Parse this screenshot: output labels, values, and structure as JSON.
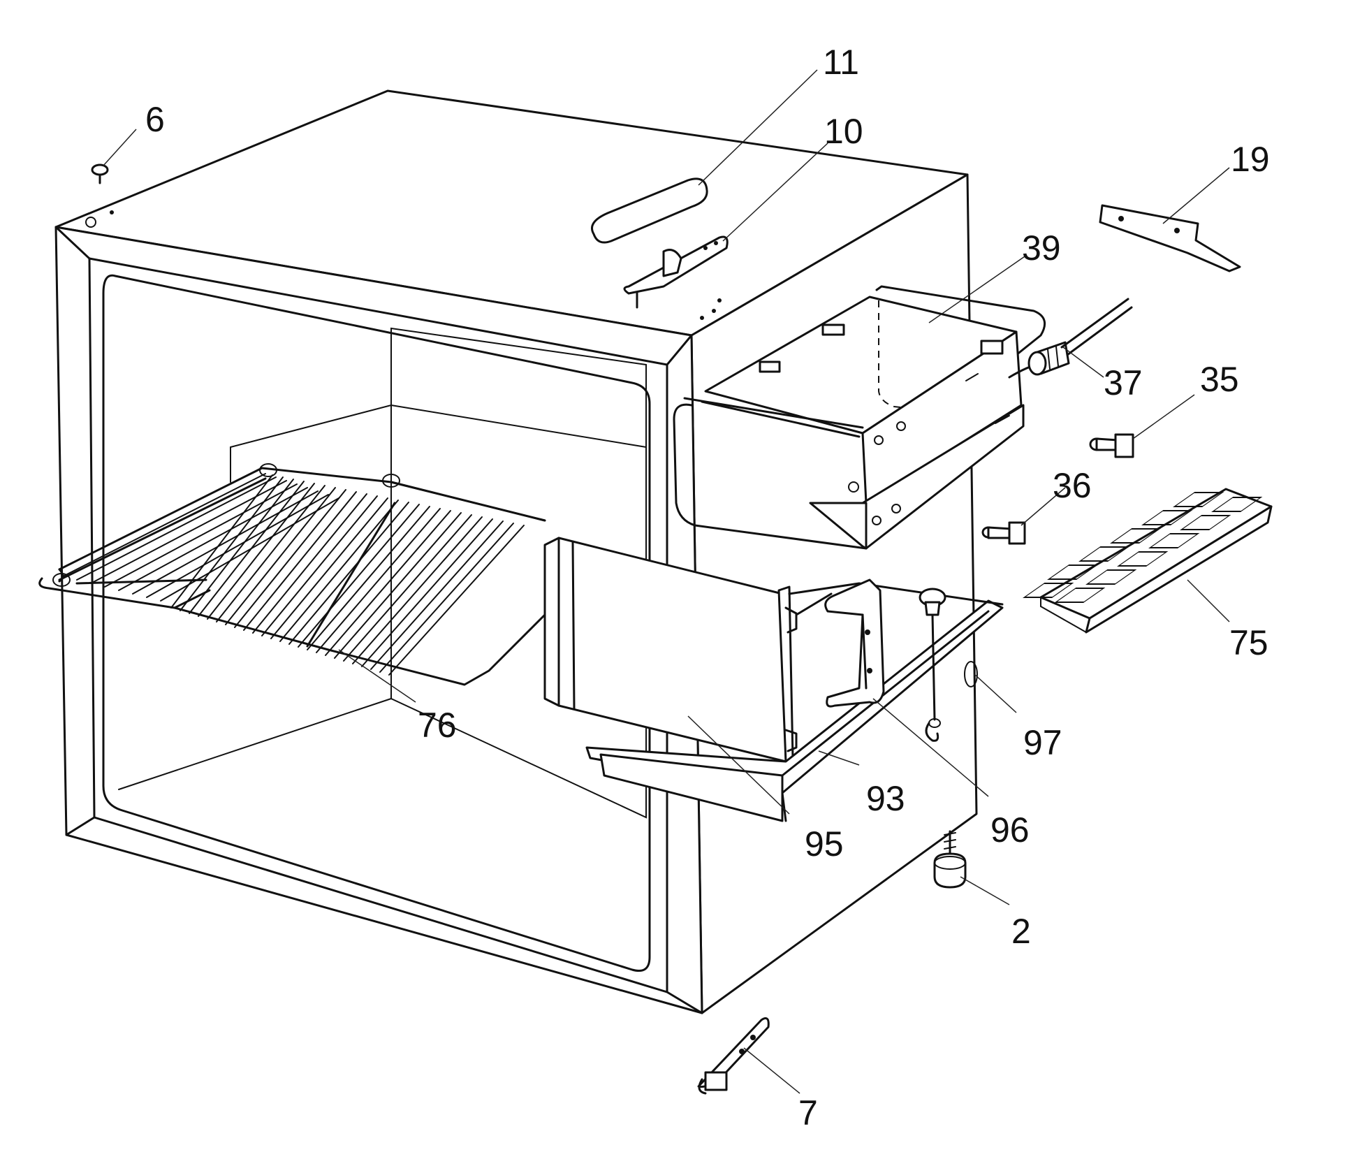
{
  "callouts": [
    {
      "id": "6",
      "label": "6"
    },
    {
      "id": "11",
      "label": "11"
    },
    {
      "id": "10",
      "label": "10"
    },
    {
      "id": "19",
      "label": "19"
    },
    {
      "id": "39",
      "label": "39"
    },
    {
      "id": "37",
      "label": "37"
    },
    {
      "id": "35",
      "label": "35"
    },
    {
      "id": "36",
      "label": "36"
    },
    {
      "id": "75",
      "label": "75"
    },
    {
      "id": "76",
      "label": "76"
    },
    {
      "id": "97",
      "label": "97"
    },
    {
      "id": "93",
      "label": "93"
    },
    {
      "id": "96",
      "label": "96"
    },
    {
      "id": "95",
      "label": "95"
    },
    {
      "id": "2",
      "label": "2"
    },
    {
      "id": "7",
      "label": "7"
    }
  ]
}
